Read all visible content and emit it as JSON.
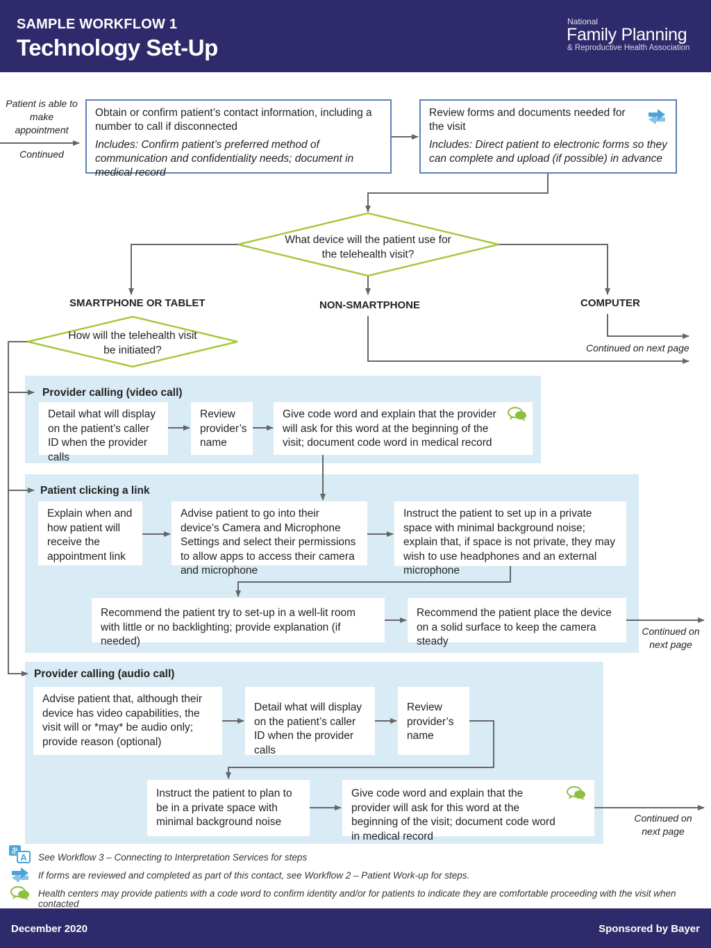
{
  "header": {
    "subtitle": "SAMPLE WORKFLOW 1",
    "title": "Technology Set-Up",
    "logo": {
      "national": "National",
      "main": "Family Planning",
      "tagline": "& Reproductive Health Association"
    }
  },
  "start": {
    "label": "Patient is able to make appointment",
    "continued": "Continued"
  },
  "step1": {
    "text": "Obtain or confirm patient’s contact information, including a number to call if disconnected",
    "includes": "Includes: Confirm patient’s preferred method of communication and confidentiality needs; document in medical record"
  },
  "step2": {
    "text": "Review forms and documents needed for the visit",
    "includes": "Includes: Direct patient to electronic forms so they can complete and upload (if possible) in advance"
  },
  "decision_device": {
    "text": "What device will the patient use for the telehealth visit?"
  },
  "branches": {
    "smartphone": "SMARTPHONE OR TABLET",
    "nonsmartphone": "NON-SMARTPHONE",
    "computer": "COMPUTER"
  },
  "continued_next_page": "Continued on next page",
  "decision_initiated": {
    "text": "How will the telehealth visit be initiated?"
  },
  "video": {
    "title": "Provider calling (video call)",
    "box1": "Detail what will display on the patient’s caller ID when the provider calls",
    "box2": "Review provider’s name",
    "box3": "Give code word and explain that the provider will ask for this word at the beginning of the visit; document code word in medical record"
  },
  "link": {
    "title": "Patient clicking a link",
    "box1": "Explain when and how patient will receive the appointment link",
    "box2": "Advise patient to go into their device’s Camera and Microphone Settings and select their permissions to allow apps to access their camera and microphone",
    "box3": "Instruct the patient to set up in a private space with minimal background noise; explain that, if space is not private, they may wish to use headphones and an external microphone",
    "box4": "Recommend the patient try to set-up in a well-lit room with little or no backlighting; provide explanation (if needed)",
    "box5": "Recommend the patient place the device on a solid surface to keep the camera steady",
    "continued": "Continued on next page"
  },
  "audio": {
    "title": "Provider calling (audio call)",
    "box1": "Advise patient that, although their device has video capabilities, the visit will or *may* be audio only; provide reason (optional)",
    "box2": "Detail what will display on the patient’s caller ID when the provider calls",
    "box3": "Review provider’s name",
    "box4": "Instruct the patient to plan to be in a private space with minimal background noise",
    "box5": "Give code word and explain that the provider will ask for this word at the beginning of the visit; document code word in medical record",
    "continued": "Continued on next page"
  },
  "legend": {
    "interpretation": "See Workflow 3 – Connecting to Interpretation Services for steps",
    "forms": "If forms are reviewed and completed as part of this contact, see Workflow 2 – Patient Work-up for steps.",
    "codeword": "Health centers may provide patients with a code word to confirm identity and/or for patients to indicate they are comfortable proceeding with the visit when contacted"
  },
  "footer": {
    "date": "December 2020",
    "sponsor": "Sponsored by Bayer"
  },
  "colors": {
    "navy": "#2e2a6b",
    "box_border": "#5b7fb8",
    "band": "#d9ebf5",
    "diamond": "#a6c83c",
    "icon_blue": "#4ba3d9",
    "icon_green": "#8cbf3f",
    "line": "#666666"
  }
}
